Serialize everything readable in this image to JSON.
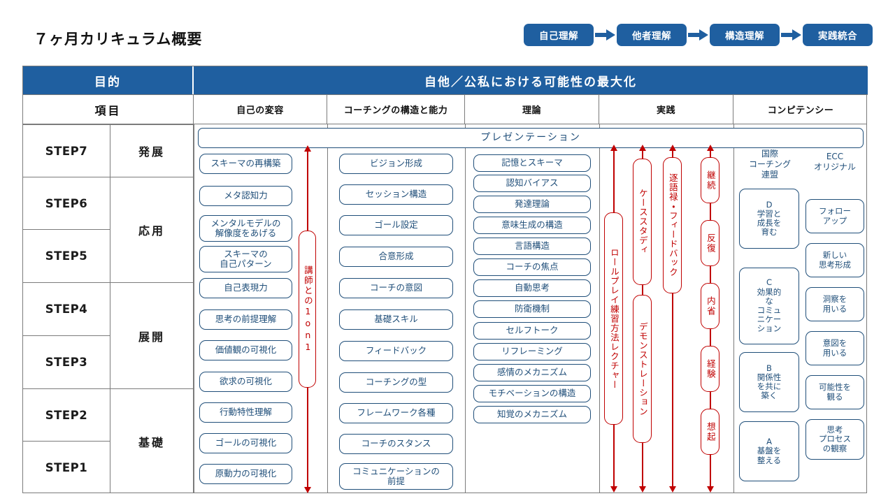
{
  "page": {
    "title": "７ヶ月カリキュラム概要"
  },
  "flow": {
    "steps": [
      "自己理解",
      "他者理解",
      "構造理解",
      "実践統合"
    ],
    "arrow_icon": "right-arrow-icon",
    "box_color": "#1F5FA0"
  },
  "table": {
    "header1": {
      "left": "目的",
      "right": "自他／公私における可能性の最大化"
    },
    "header2": {
      "item": "項目",
      "columns": [
        "自己の変容",
        "コーチングの構造と能力",
        "理論",
        "実践",
        "コンピテンシー"
      ]
    },
    "steps": [
      "STEP7",
      "STEP6",
      "STEP5",
      "STEP4",
      "STEP3",
      "STEP2",
      "STEP1"
    ],
    "phases": [
      "発展",
      "応用",
      "展開",
      "基礎"
    ]
  },
  "presentation": {
    "label": "プレゼンテーション"
  },
  "self_transformation": {
    "items": [
      "スキーマの再構築",
      "メタ認知力",
      "メンタルモデルの\n解像度をあげる",
      "スキーマの\n自己パターン",
      "自己表現力",
      "思考の前提理解",
      "価値観の可視化",
      "欲求の可視化",
      "行動特性理解",
      "ゴールの可視化",
      "原動力の可視化"
    ],
    "vertical_label": "講師との1on1"
  },
  "coaching_structure": {
    "items": [
      "ビジョン形成",
      "セッション構造",
      "ゴール設定",
      "合意形成",
      "コーチの意図",
      "基礎スキル",
      "フィードバック",
      "コーチングの型",
      "フレームワーク各種",
      "コーチのスタンス",
      "コミュニケーションの\n前提"
    ]
  },
  "theory": {
    "items": [
      "記憶とスキーマ",
      "認知バイアス",
      "発達理論",
      "意味生成の構造",
      "言語構造",
      "コーチの焦点",
      "自動思考",
      "防衛機制",
      "セルフトーク",
      "リフレーミング",
      "感情のメカニズム",
      "モチベーションの構造",
      "知覚のメカニズム"
    ]
  },
  "practice": {
    "accent_color": "#C00000",
    "tracks": [
      {
        "labels": [
          "ロールプレイ練習方法レクチャー"
        ]
      },
      {
        "labels": [
          "ケーススタディ",
          "デモンストレーション"
        ]
      },
      {
        "labels": [
          "逐語禄・フィードバック"
        ]
      },
      {
        "labels": [
          "継続",
          "反復",
          "内省",
          "経験",
          "想起"
        ]
      }
    ]
  },
  "competency": {
    "icf": {
      "heading": "国際\nコーチング\n連盟",
      "items": [
        "D\n学習と\n成長を\n育む",
        "C\n効果的\nな\nコミュ\nニケー\nション",
        "B\n関係性\nを共に\n築く",
        "A\n基盤を\n整える"
      ]
    },
    "ecc": {
      "heading": "ECC\nオリジナル",
      "items": [
        "フォロー\nアップ",
        "新しい\n思考形成",
        "洞察を\n用いる",
        "意図を\n用いる",
        "可能性を\n観る",
        "思考\nプロセス\nの観察"
      ]
    }
  }
}
